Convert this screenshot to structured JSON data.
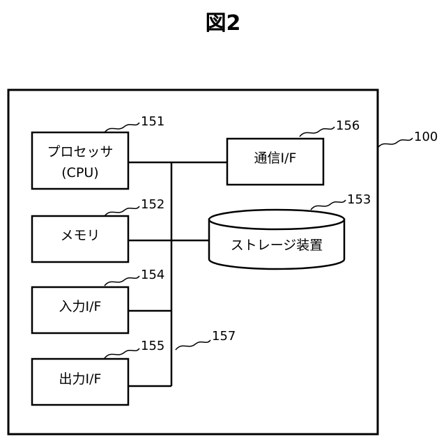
{
  "figure": {
    "title": "図2"
  },
  "system": {
    "ref": "100"
  },
  "bus": {
    "ref": "157"
  },
  "processor": {
    "label_line1": "プロセッサ",
    "label_line2": "(CPU)",
    "ref": "151"
  },
  "memory": {
    "label": "メモリ",
    "ref": "152"
  },
  "storage": {
    "label": "ストレージ装置",
    "ref": "153"
  },
  "input_if": {
    "label": "入力I/F",
    "ref": "154"
  },
  "output_if": {
    "label": "出力I/F",
    "ref": "155"
  },
  "comm_if": {
    "label": "通信I/F",
    "ref": "156"
  }
}
